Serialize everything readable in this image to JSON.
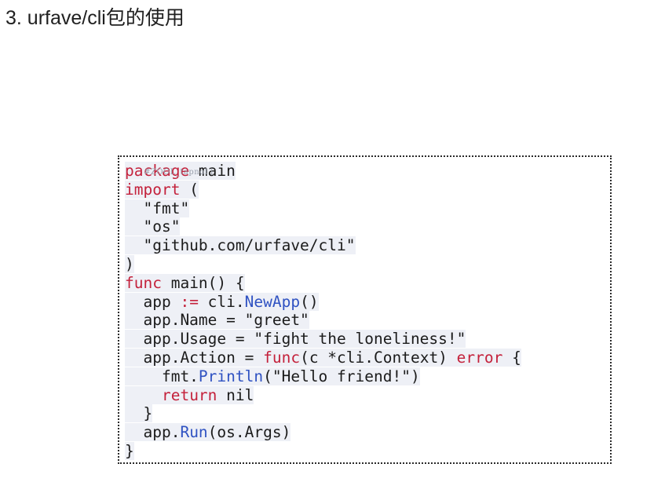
{
  "slide": {
    "title": "3. urfave/cli包的使用"
  },
  "code": {
    "lines": [
      [
        {
          "t": "package",
          "c": "kw"
        },
        {
          "t": " main",
          "c": "pl"
        }
      ],
      [
        {
          "t": "import",
          "c": "kw"
        },
        {
          "t": " (",
          "c": "pl"
        }
      ],
      [
        {
          "t": "  \"fmt\"",
          "c": "pl"
        }
      ],
      [
        {
          "t": "  \"os\"",
          "c": "pl"
        }
      ],
      [
        {
          "t": "  \"github.com/urfave/cli\"",
          "c": "pl"
        }
      ],
      [
        {
          "t": ")",
          "c": "pl"
        }
      ],
      [
        {
          "t": "func",
          "c": "kw"
        },
        {
          "t": " main() {",
          "c": "pl"
        }
      ],
      [
        {
          "t": "  app ",
          "c": "pl"
        },
        {
          "t": ":=",
          "c": "kw"
        },
        {
          "t": " cli.",
          "c": "pl"
        },
        {
          "t": "NewApp",
          "c": "fn"
        },
        {
          "t": "()",
          "c": "pl"
        }
      ],
      [
        {
          "t": "  app.Name = \"greet\"",
          "c": "pl"
        }
      ],
      [
        {
          "t": "  app.Usage = \"fight the loneliness!\"",
          "c": "pl"
        }
      ],
      [
        {
          "t": "  app.Action = ",
          "c": "pl"
        },
        {
          "t": "func",
          "c": "kw"
        },
        {
          "t": "(c *cli.Context) ",
          "c": "pl"
        },
        {
          "t": "error",
          "c": "kw"
        },
        {
          "t": " {",
          "c": "pl"
        }
      ],
      [
        {
          "t": "    fmt.",
          "c": "pl"
        },
        {
          "t": "Println",
          "c": "fn"
        },
        {
          "t": "(\"Hello friend!\")",
          "c": "pl"
        }
      ],
      [
        {
          "t": "    ",
          "c": "pl"
        },
        {
          "t": "return",
          "c": "kw"
        },
        {
          "t": " nil",
          "c": "pl"
        }
      ],
      [
        {
          "t": "  }",
          "c": "pl"
        }
      ],
      [
        {
          "t": "  app.",
          "c": "pl"
        },
        {
          "t": "Run",
          "c": "fn"
        },
        {
          "t": "(os.Args)",
          "c": "pl"
        }
      ],
      [
        {
          "t": "}",
          "c": "pl"
        }
      ]
    ]
  },
  "watermark": {
    "text": "#ZOOL_tapnol l"
  },
  "colors": {
    "keyword": "#c4213b",
    "function": "#2f52c2",
    "plain": "#1b1b1b",
    "line_highlight": "#eef0f6"
  }
}
